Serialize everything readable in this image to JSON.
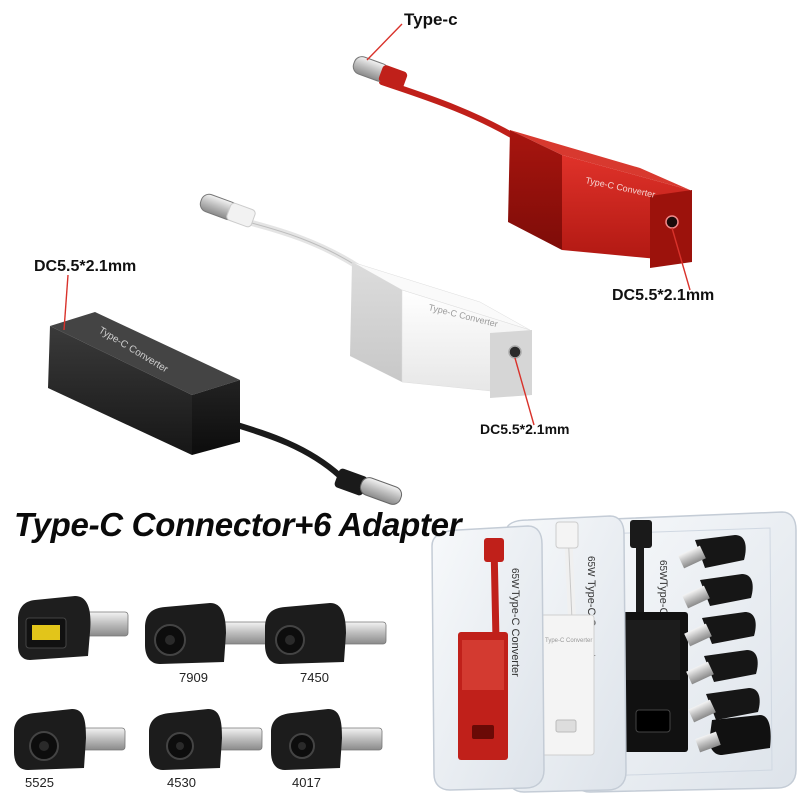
{
  "labels": {
    "type_c": "Type-c",
    "dc_red": "DC5.5*2.1mm",
    "dc_black": "DC5.5*2.1mm",
    "dc_white": "DC5.5*2.1mm"
  },
  "converter_text": "Type-C Converter",
  "headline": "Type-C Connector+6 Adapter",
  "adapter_codes": [
    "7909",
    "7450",
    "5525",
    "4530",
    "4017"
  ],
  "packaging": {
    "converter_label": "Type-C Converter",
    "wattage": "65W"
  },
  "colors": {
    "red": "#c0201a",
    "white": "#f2f2f2",
    "black": "#1a1a1a"
  }
}
